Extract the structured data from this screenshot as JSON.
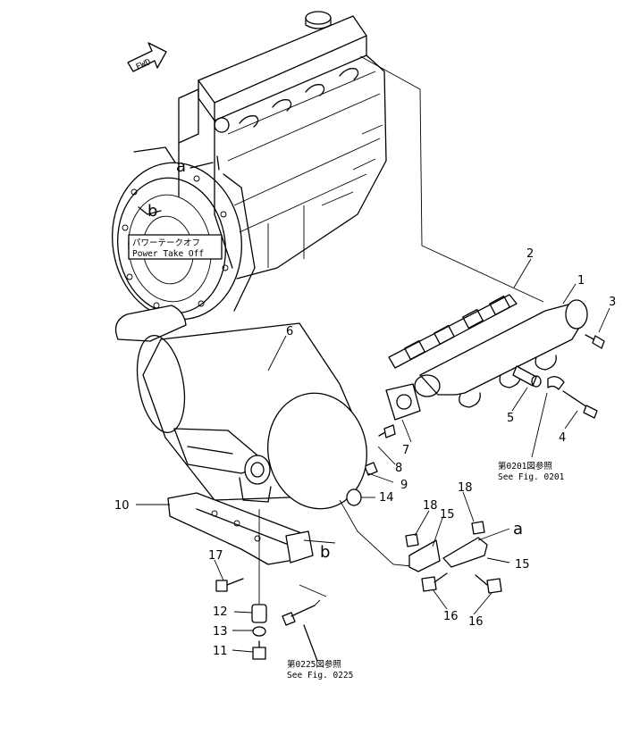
{
  "badge": {
    "fwd": "FWD"
  },
  "power_take_off": {
    "jp": "パワーテークオフ",
    "en": "Power Take Off"
  },
  "refs": {
    "fig0201": {
      "jp": "第0201図参照",
      "en": "See Fig. 0201"
    },
    "fig0225": {
      "jp": "第0225図参照",
      "en": "See Fig. 0225"
    }
  },
  "letters": {
    "a_top": "a",
    "b_top": "b",
    "a_right": "a",
    "b_bottom": "b"
  },
  "callouts": [
    "1",
    "2",
    "3",
    "4",
    "5",
    "6",
    "7",
    "8",
    "9",
    "10",
    "11",
    "12",
    "13",
    "14",
    "15",
    "15",
    "16",
    "16",
    "17",
    "18",
    "18"
  ]
}
